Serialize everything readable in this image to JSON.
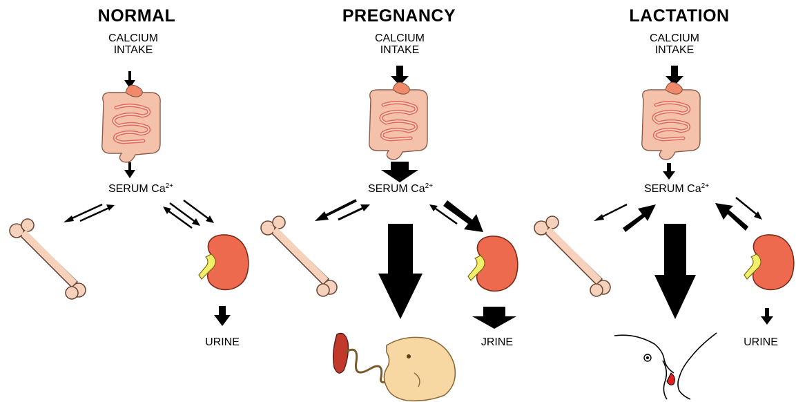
{
  "columns": [
    {
      "id": "normal",
      "title": "NORMAL",
      "intake_line1": "CALCIUM",
      "intake_line2": "INTAKE",
      "serum": "SERUM Ca",
      "serum_sup": "2+",
      "urine": "URINE"
    },
    {
      "id": "pregnancy",
      "title": "PREGNANCY",
      "intake_line1": "CALCIUM",
      "intake_line2": "INTAKE",
      "serum": "SERUM Ca",
      "serum_sup": "2+",
      "urine": "JRINE"
    },
    {
      "id": "lactation",
      "title": "LACTATION",
      "intake_line1": "CALCIUM",
      "intake_line2": "INTAKE",
      "serum": "SERUM Ca",
      "serum_sup": "2+",
      "urine": "URINE"
    }
  ],
  "colors": {
    "intestine_fill": "#f4c2ab",
    "intestine_accent": "#f08a6a",
    "bone_fill": "#f6d2bc",
    "kidney_fill": "#ee6a4f",
    "kidney_hilum": "#f2ef6a",
    "fetus_fill": "#f7d8a2",
    "placenta_fill": "#c0392b",
    "arrow": "#000000"
  }
}
